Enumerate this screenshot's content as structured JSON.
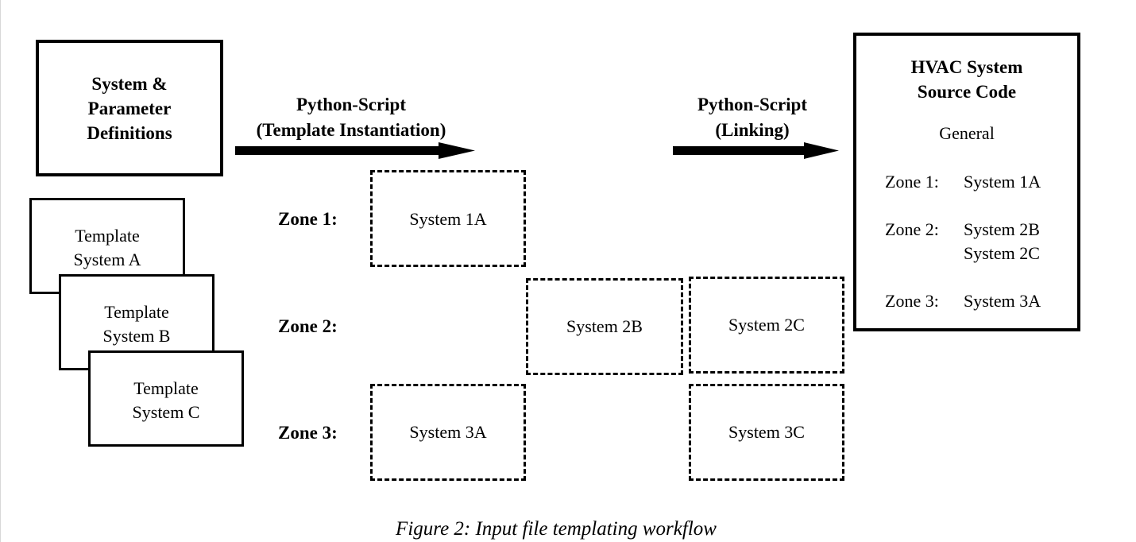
{
  "definitions_box": {
    "lines": [
      "System &",
      "Parameter",
      "Definitions"
    ]
  },
  "templates": [
    {
      "line1": "Template",
      "line2": "System A"
    },
    {
      "line1": "Template",
      "line2": "System B"
    },
    {
      "line1": "Template",
      "line2": "System C"
    }
  ],
  "arrow1": {
    "line1": "Python-Script",
    "line2": "(Template Instantiation)"
  },
  "arrow2": {
    "line1": "Python-Script",
    "line2": "(Linking)"
  },
  "zones": [
    "Zone 1:",
    "Zone 2:",
    "Zone 3:"
  ],
  "systems": {
    "s1a": "System 1A",
    "s2b": "System 2B",
    "s2c": "System 2C",
    "s3a": "System 3A",
    "s3c": "System 3C"
  },
  "hvac": {
    "title1": "HVAC System",
    "title2": "Source Code",
    "general": "General",
    "zone1_label": "Zone 1:",
    "zone1_sys": "System 1A",
    "zone2_label": "Zone 2:",
    "zone2_sys1": "System 2B",
    "zone2_sys2": "System 2C",
    "zone3_label": "Zone 3:",
    "zone3_sys": "System 3A"
  },
  "caption": "Figure 2: Input file templating workflow"
}
